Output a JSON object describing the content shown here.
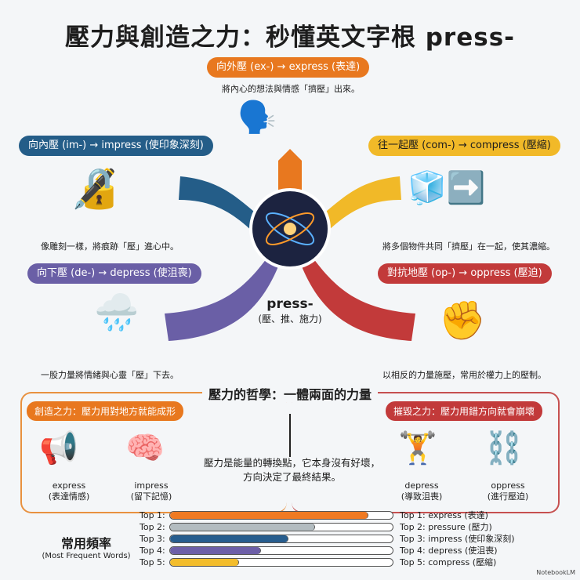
{
  "title": "壓力與創造之力：秒懂英文字根 press-",
  "branches": [
    {
      "label": "向外壓 (ex-) → express (表達)",
      "desc": "將內心的想法與情感「擠壓」出來。",
      "color": "#e8781f"
    },
    {
      "label": "向內壓 (im-) → impress (使印象深刻)",
      "desc": "像雕刻一樣，將痕跡「壓」進心中。",
      "color": "#245d88"
    },
    {
      "label": "往一起壓 (com-) → compress (壓縮)",
      "desc": "將多個物件共同「擠壓」在一起，使其濃縮。",
      "color": "#f1b928"
    },
    {
      "label": "向下壓 (de-) → depress (使沮喪)",
      "desc": "一股力量將情緒與心靈「壓」下去。",
      "color": "#6a5fa6"
    },
    {
      "label": "對抗地壓 (op-) → oppress (壓迫)",
      "desc": "以相反的力量施壓，常用於權力上的壓制。",
      "color": "#c23a3a"
    }
  ],
  "center": {
    "root": "press-",
    "meaning": "(壓、推、施力)"
  },
  "philosophy": {
    "title": "壓力的哲學：一體兩面的力量",
    "creative": {
      "label": "創造之力：壓力用對地方就能成形",
      "color": "#e8781f",
      "items": [
        {
          "word": "express",
          "meaning": "(表達情感)"
        },
        {
          "word": "impress",
          "meaning": "(留下記憶)"
        }
      ]
    },
    "destructive": {
      "label": "摧毀之力：壓力用錯方向就會崩壞",
      "color": "#c23a3a",
      "items": [
        {
          "word": "depress",
          "meaning": "(導致沮喪)"
        },
        {
          "word": "oppress",
          "meaning": "(進行壓迫)"
        }
      ]
    },
    "text_line1": "壓力是能量的轉換點，它本身沒有好壞，",
    "text_line2": "方向決定了最終結果。"
  },
  "frequency": {
    "title": "常用頻率",
    "subtitle": "(Most Frequent Words)",
    "rows": [
      {
        "rank": "Top 1:",
        "label": "Top 1: express (表達)",
        "value": 0.89,
        "color": "#f07a22"
      },
      {
        "rank": "Top 2:",
        "label": "Top 2: pressure (壓力)",
        "value": 0.65,
        "color": "#b3bcc0"
      },
      {
        "rank": "Top 3:",
        "label": "Top 3: impress (使印象深刻)",
        "value": 0.53,
        "color": "#275d8e"
      },
      {
        "rank": "Top 4:",
        "label": "Top 4: depress (使沮喪)",
        "value": 0.41,
        "color": "#6d5fa8"
      },
      {
        "rank": "Top 5:",
        "label": "Top 5: compress (壓縮)",
        "value": 0.31,
        "color": "#f3bd2c"
      }
    ]
  },
  "brand": "NotebookLM"
}
